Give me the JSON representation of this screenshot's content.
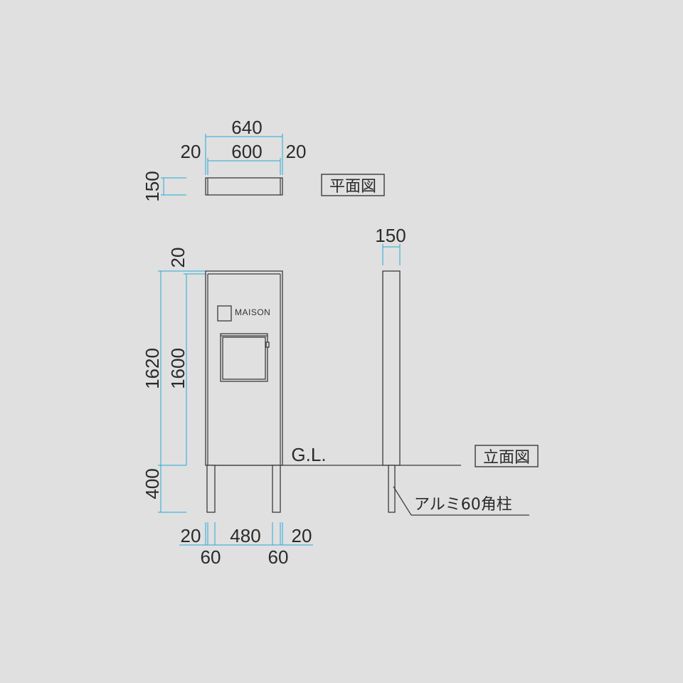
{
  "plan": {
    "overall_width": "640",
    "left_offset": "20",
    "inner_width": "600",
    "right_offset": "20",
    "depth": "150",
    "view_label": "平面図"
  },
  "front": {
    "top_offset": "20",
    "total_height": "1620",
    "body_height": "1600",
    "embed_depth": "400",
    "name_plate_text": "MAISON",
    "ground_label": "G.L.",
    "bottom_left_offset": "20",
    "post_gap": "480",
    "bottom_right_offset": "20",
    "left_post_width": "60",
    "right_post_width": "60"
  },
  "side": {
    "depth": "150",
    "post_label": "アルミ60角柱",
    "view_label": "立面図"
  },
  "colors": {
    "background": "#e0e0e0",
    "dimension_line": "#29a8d6",
    "outline": "#3a3a3a"
  }
}
